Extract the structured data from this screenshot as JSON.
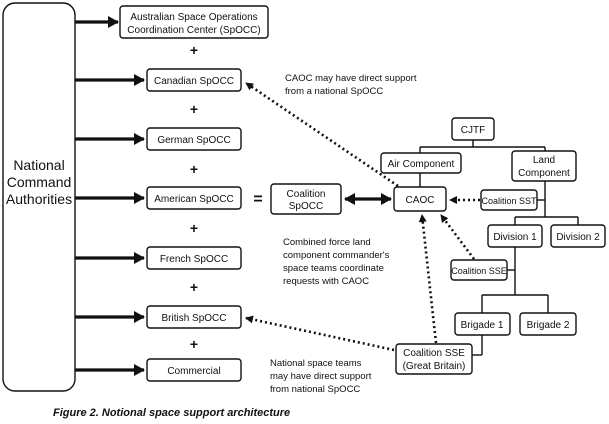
{
  "nca": {
    "line1": "National",
    "line2": "Command",
    "line3": "Authorities"
  },
  "spocc": {
    "australian_line1": "Australian Space Operations",
    "australian_line2": "Coordination Center (SpOCC)",
    "canadian": "Canadian SpOCC",
    "german": "German SpOCC",
    "american": "American SpOCC",
    "french": "French SpOCC",
    "british": "British SpOCC",
    "commercial": "Commercial"
  },
  "symbols": {
    "plus": "+",
    "equals": "="
  },
  "coalition_spocc": {
    "line1": "Coalition",
    "line2": "SpOCC"
  },
  "caoc": "CAOC",
  "hierarchy": {
    "cjtf": "CJTF",
    "air_component": "Air Component",
    "land_line1": "Land",
    "land_line2": "Component",
    "coalition_sst": "Coalition SST",
    "division1": "Division 1",
    "division2": "Division 2",
    "coalition_sse": "Coalition SSE",
    "brigade1": "Brigade 1",
    "brigade2": "Brigade 2",
    "coalition_sse_gb_line1": "Coalition SSE",
    "coalition_sse_gb_line2": "(Great Britain)"
  },
  "annotations": {
    "caoc_support_line1": "CAOC may have direct support",
    "caoc_support_line2": "from a national SpOCC",
    "land_line1": "Combined force land",
    "land_line2": "component commander's",
    "land_line3": "space teams coordinate",
    "land_line4": "requests with CAOC",
    "national_line1": "National space teams",
    "national_line2": "may have direct support",
    "national_line3": "from national SpOCC"
  },
  "caption": "Figure 2. Notional space support architecture"
}
